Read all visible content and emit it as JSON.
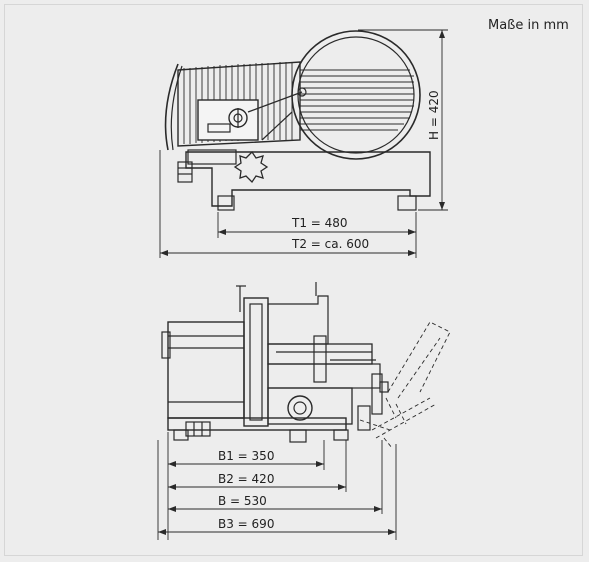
{
  "header": {
    "units_label": "Maße in mm"
  },
  "top_view": {
    "height_label": "H = 420",
    "depth1_label": "T1 = 480",
    "depth2_label": "T2 = ca. 600"
  },
  "bottom_view": {
    "b1_label": "B1 = 350",
    "b2_label": "B2 = 420",
    "b_label": "B = 530",
    "b3_label": "B3 = 690"
  },
  "colors": {
    "line": "#2a2a2a",
    "background": "#ededed"
  }
}
